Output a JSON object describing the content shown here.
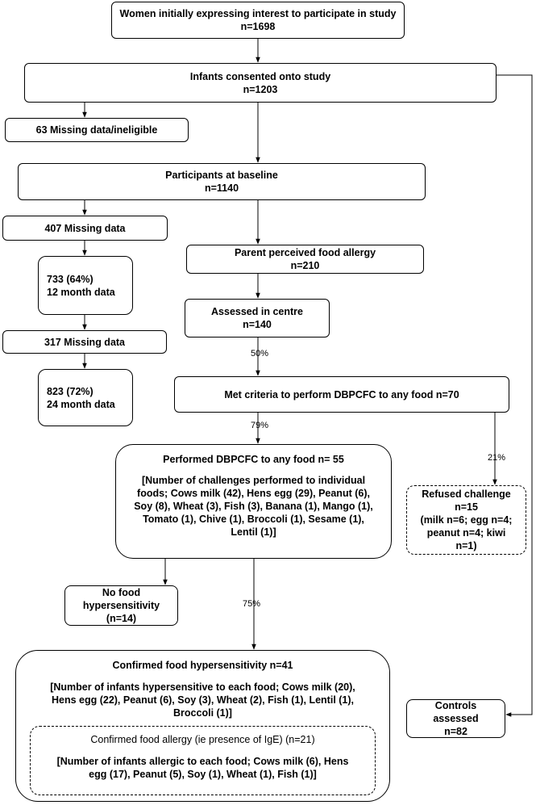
{
  "nodes": {
    "women_interest": {
      "line1": "Women initially expressing  interest to participate in study",
      "line2": "n=1698"
    },
    "infants_consented": {
      "line1": "Infants consented onto study",
      "line2": "n=1203"
    },
    "missing_63": {
      "line1": "63 Missing data/ineligible"
    },
    "baseline": {
      "line1": "Participants at baseline",
      "line2": "n=1140"
    },
    "missing_407": {
      "line1": "407 Missing data"
    },
    "month12": {
      "line1": "733 (64%)",
      "line2": "12 month data"
    },
    "missing_317": {
      "line1": "317 Missing data"
    },
    "month24": {
      "line1": "823 (72%)",
      "line2": "24 month data"
    },
    "parent_perceived": {
      "line1": "Parent perceived food allergy",
      "line2": "n=210"
    },
    "assessed_centre": {
      "line1": "Assessed  in centre",
      "line2": "n=140"
    },
    "met_criteria": {
      "line1": "Met criteria to perform DBPCFC to any food n=70"
    },
    "performed": {
      "title": "Performed DBPCFC  to any food n= 55",
      "lines": [
        "[Number of challenges performed  to individual",
        "foods; Cows milk (42), Hens egg (29), Peanut (6),",
        "Soy (8), Wheat (3), Fish (3), Banana (1), Mango (1),",
        "Tomato (1), Chive (1), Broccoli (1), Sesame  (1),",
        "Lentil (1)]"
      ]
    },
    "refused": {
      "title": "Refused challenge",
      "lines": [
        "n=15",
        "(milk n=6; egg n=4;",
        "peanut n=4;  kiwi",
        "n=1)"
      ]
    },
    "no_hypersensitivity": {
      "lines": [
        "No food",
        "hypersensitivity",
        "(n=14)"
      ]
    },
    "confirmed_hyper": {
      "title": "Confirmed food  hypersensitivity  n=41",
      "lines": [
        "[Number of infants hypersensitive to each food; Cows milk (20),",
        "Hens egg (22),  Peanut (6),  Soy (3),  Wheat (2), Fish (1),  Lentil (1),",
        "Broccoli (1)]"
      ]
    },
    "confirmed_allergy": {
      "title": "Confirmed food allergy (ie presence of IgE) (n=21)",
      "lines": [
        "[Number of infants allergic to each food; Cows milk (6), Hens",
        "egg (17),  Peanut (5),  Soy (1),  Wheat (1), Fish (1)]"
      ]
    },
    "controls": {
      "lines": [
        "Controls",
        "assessed",
        "n=82"
      ]
    }
  },
  "percentages": {
    "assessed_to_met": "50%",
    "met_to_performed": "79%",
    "met_to_refused": "21%",
    "performed_to_confirmed": "75%"
  }
}
